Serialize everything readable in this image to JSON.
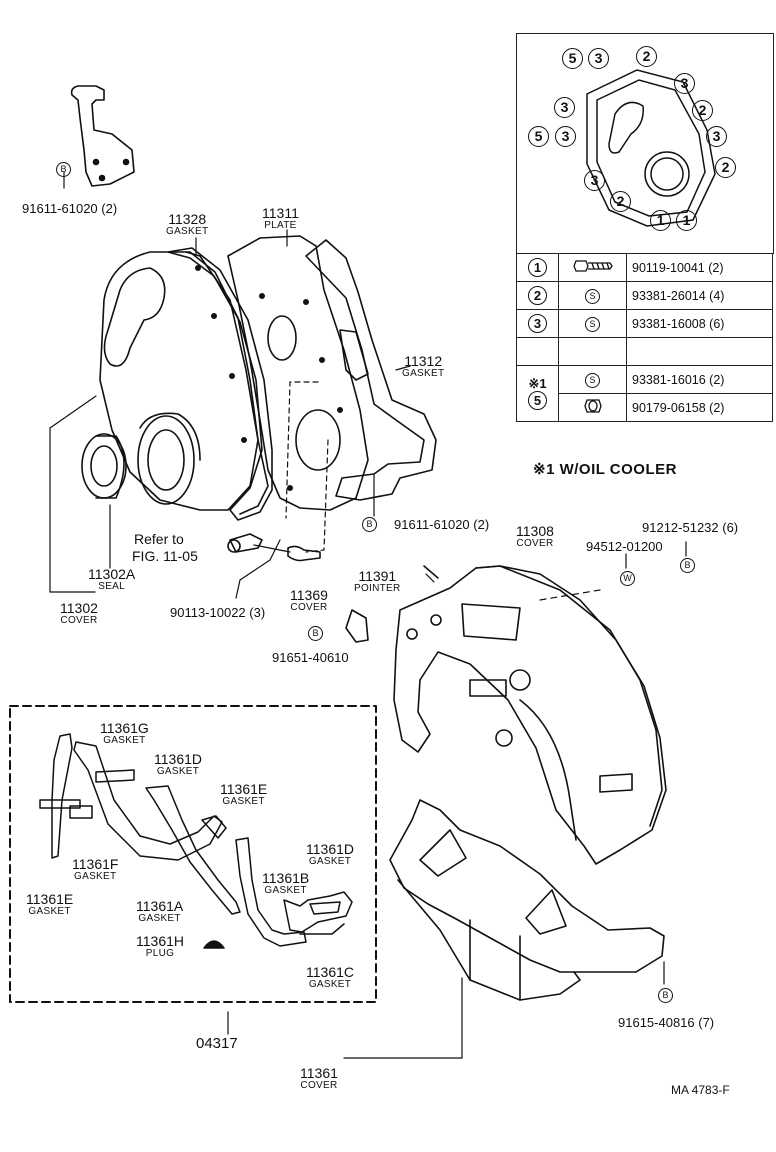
{
  "figure_code": "MA  4783-F",
  "note": "※1 W/OIL COOLER",
  "refer": {
    "line1": "Refer to",
    "line2": "FIG. 11-05"
  },
  "callouts": {
    "bolt_top": "91611-61020 (2)",
    "gasket_11328": {
      "pn": "11328",
      "desc": "GASKET"
    },
    "plate_11311": {
      "pn": "11311",
      "desc": "PLATE"
    },
    "gasket_11312": {
      "pn": "11312",
      "desc": "GASKET"
    },
    "bolt_mid": "91611-61020 (2)",
    "seal_11302a": {
      "pn": "11302A",
      "desc": "SEAL"
    },
    "cover_11302": {
      "pn": "11302",
      "desc": "COVER"
    },
    "screw_90113": "90113-10022 (3)",
    "cover_11369": {
      "pn": "11369",
      "desc": "COVER"
    },
    "bolt_91651": "91651-40610",
    "pointer_11391": {
      "pn": "11391",
      "desc": "POINTER"
    },
    "cover_11308": {
      "pn": "11308",
      "desc": "COVER"
    },
    "washer_94512": "94512-01200",
    "bolt_91212": "91212-51232 (6)",
    "g_11361g": {
      "pn": "11361G",
      "desc": "GASKET"
    },
    "g_11361d_a": {
      "pn": "11361D",
      "desc": "GASKET"
    },
    "g_11361e_a": {
      "pn": "11361E",
      "desc": "GASKET"
    },
    "g_11361d_b": {
      "pn": "11361D",
      "desc": "GASKET"
    },
    "g_11361f": {
      "pn": "11361F",
      "desc": "GASKET"
    },
    "g_11361b": {
      "pn": "11361B",
      "desc": "GASKET"
    },
    "g_11361e_b": {
      "pn": "11361E",
      "desc": "GASKET"
    },
    "g_11361a": {
      "pn": "11361A",
      "desc": "GASKET"
    },
    "plug_11361h": {
      "pn": "11361H",
      "desc": "PLUG"
    },
    "g_11361c": {
      "pn": "11361C",
      "desc": "GASKET"
    },
    "kit_04317": "04317",
    "cover_11361": {
      "pn": "11361",
      "desc": "COVER"
    },
    "bolt_91615": "91615-40816 (7)"
  },
  "inset_numbers": [
    "5",
    "3",
    "2",
    "3",
    "3",
    "2",
    "5",
    "3",
    "3",
    "2",
    "3",
    "2",
    "1",
    "1"
  ],
  "table": [
    {
      "key": "1",
      "part": "90119-10041 (2)"
    },
    {
      "key": "2",
      "symbol": "S",
      "part": "93381-26014 (4)"
    },
    {
      "key": "3",
      "symbol": "S",
      "part": "93381-16008 (6)"
    },
    {
      "key": "",
      "part": ""
    },
    {
      "key_mark": "※1",
      "key": "5",
      "symbol": "S",
      "part": "93381-16016 (2)"
    },
    {
      "part": "90179-06158 (2)"
    }
  ],
  "symbols": {
    "bolt": "B",
    "stud": "S",
    "washer": "W"
  }
}
